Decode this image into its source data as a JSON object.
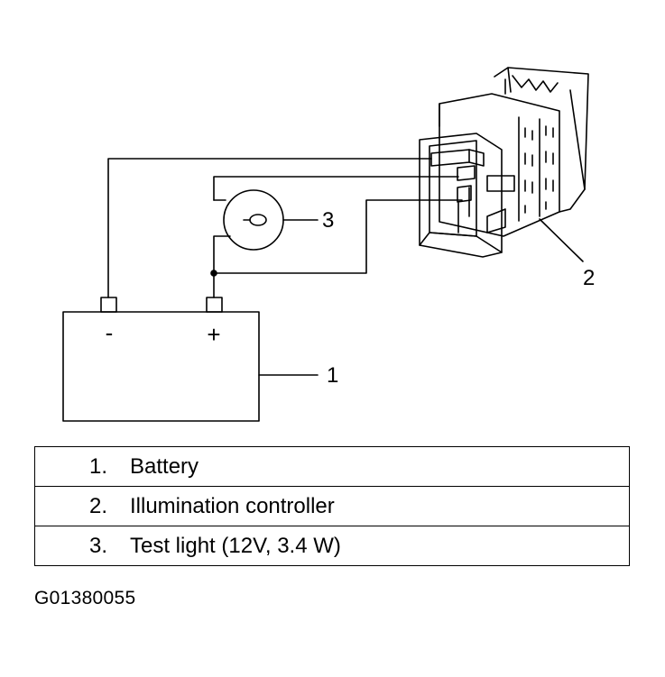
{
  "diagram": {
    "callouts": [
      "1",
      "2",
      "3"
    ],
    "battery": {
      "negative_symbol": "-",
      "positive_symbol": "+"
    }
  },
  "legend": {
    "items": [
      {
        "number": "1.",
        "label": "Battery"
      },
      {
        "number": "2.",
        "label": "Illumination controller"
      },
      {
        "number": "3.",
        "label": "Test light (12V, 3.4 W)"
      }
    ]
  },
  "figure_id": "G01380055"
}
